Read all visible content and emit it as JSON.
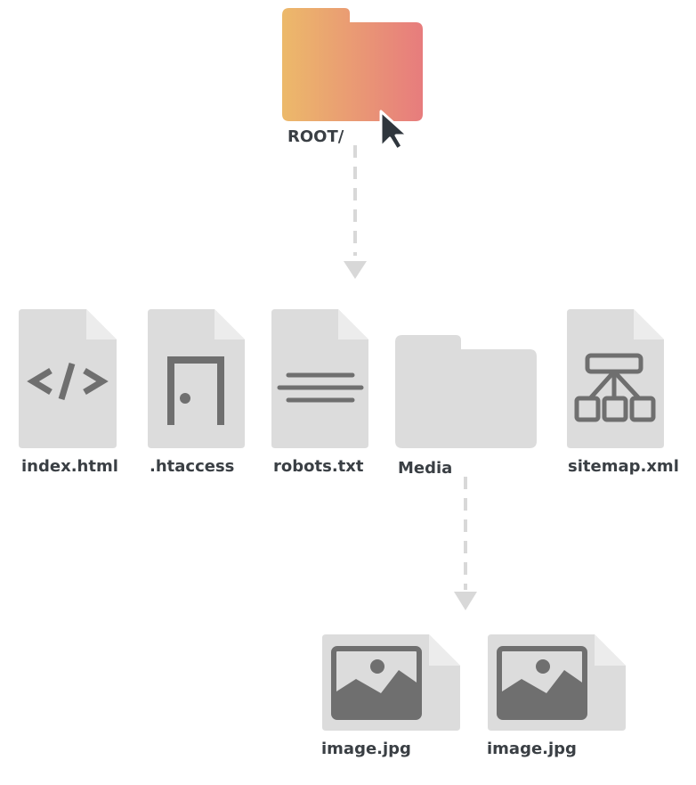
{
  "root": {
    "label": "ROOT/"
  },
  "files": [
    {
      "label": "index.html",
      "icon": "code-icon"
    },
    {
      "label": ".htaccess",
      "icon": "door-icon"
    },
    {
      "label": "robots.txt",
      "icon": "text-lines-icon"
    },
    {
      "label": "Media",
      "icon": "folder-icon"
    },
    {
      "label": "sitemap.xml",
      "icon": "sitemap-icon"
    }
  ],
  "media_files": [
    {
      "label": "image.jpg",
      "icon": "image-icon"
    },
    {
      "label": "image.jpg",
      "icon": "image-icon"
    }
  ],
  "colors": {
    "folder_gradient_start": "#ecb96a",
    "folder_gradient_end": "#e77c7d",
    "file_fill": "#dcdcdc",
    "file_fold": "#ececec",
    "glyph": "#6f6f6f",
    "connector": "#d8d8d8",
    "cursor": "#2f363d"
  }
}
